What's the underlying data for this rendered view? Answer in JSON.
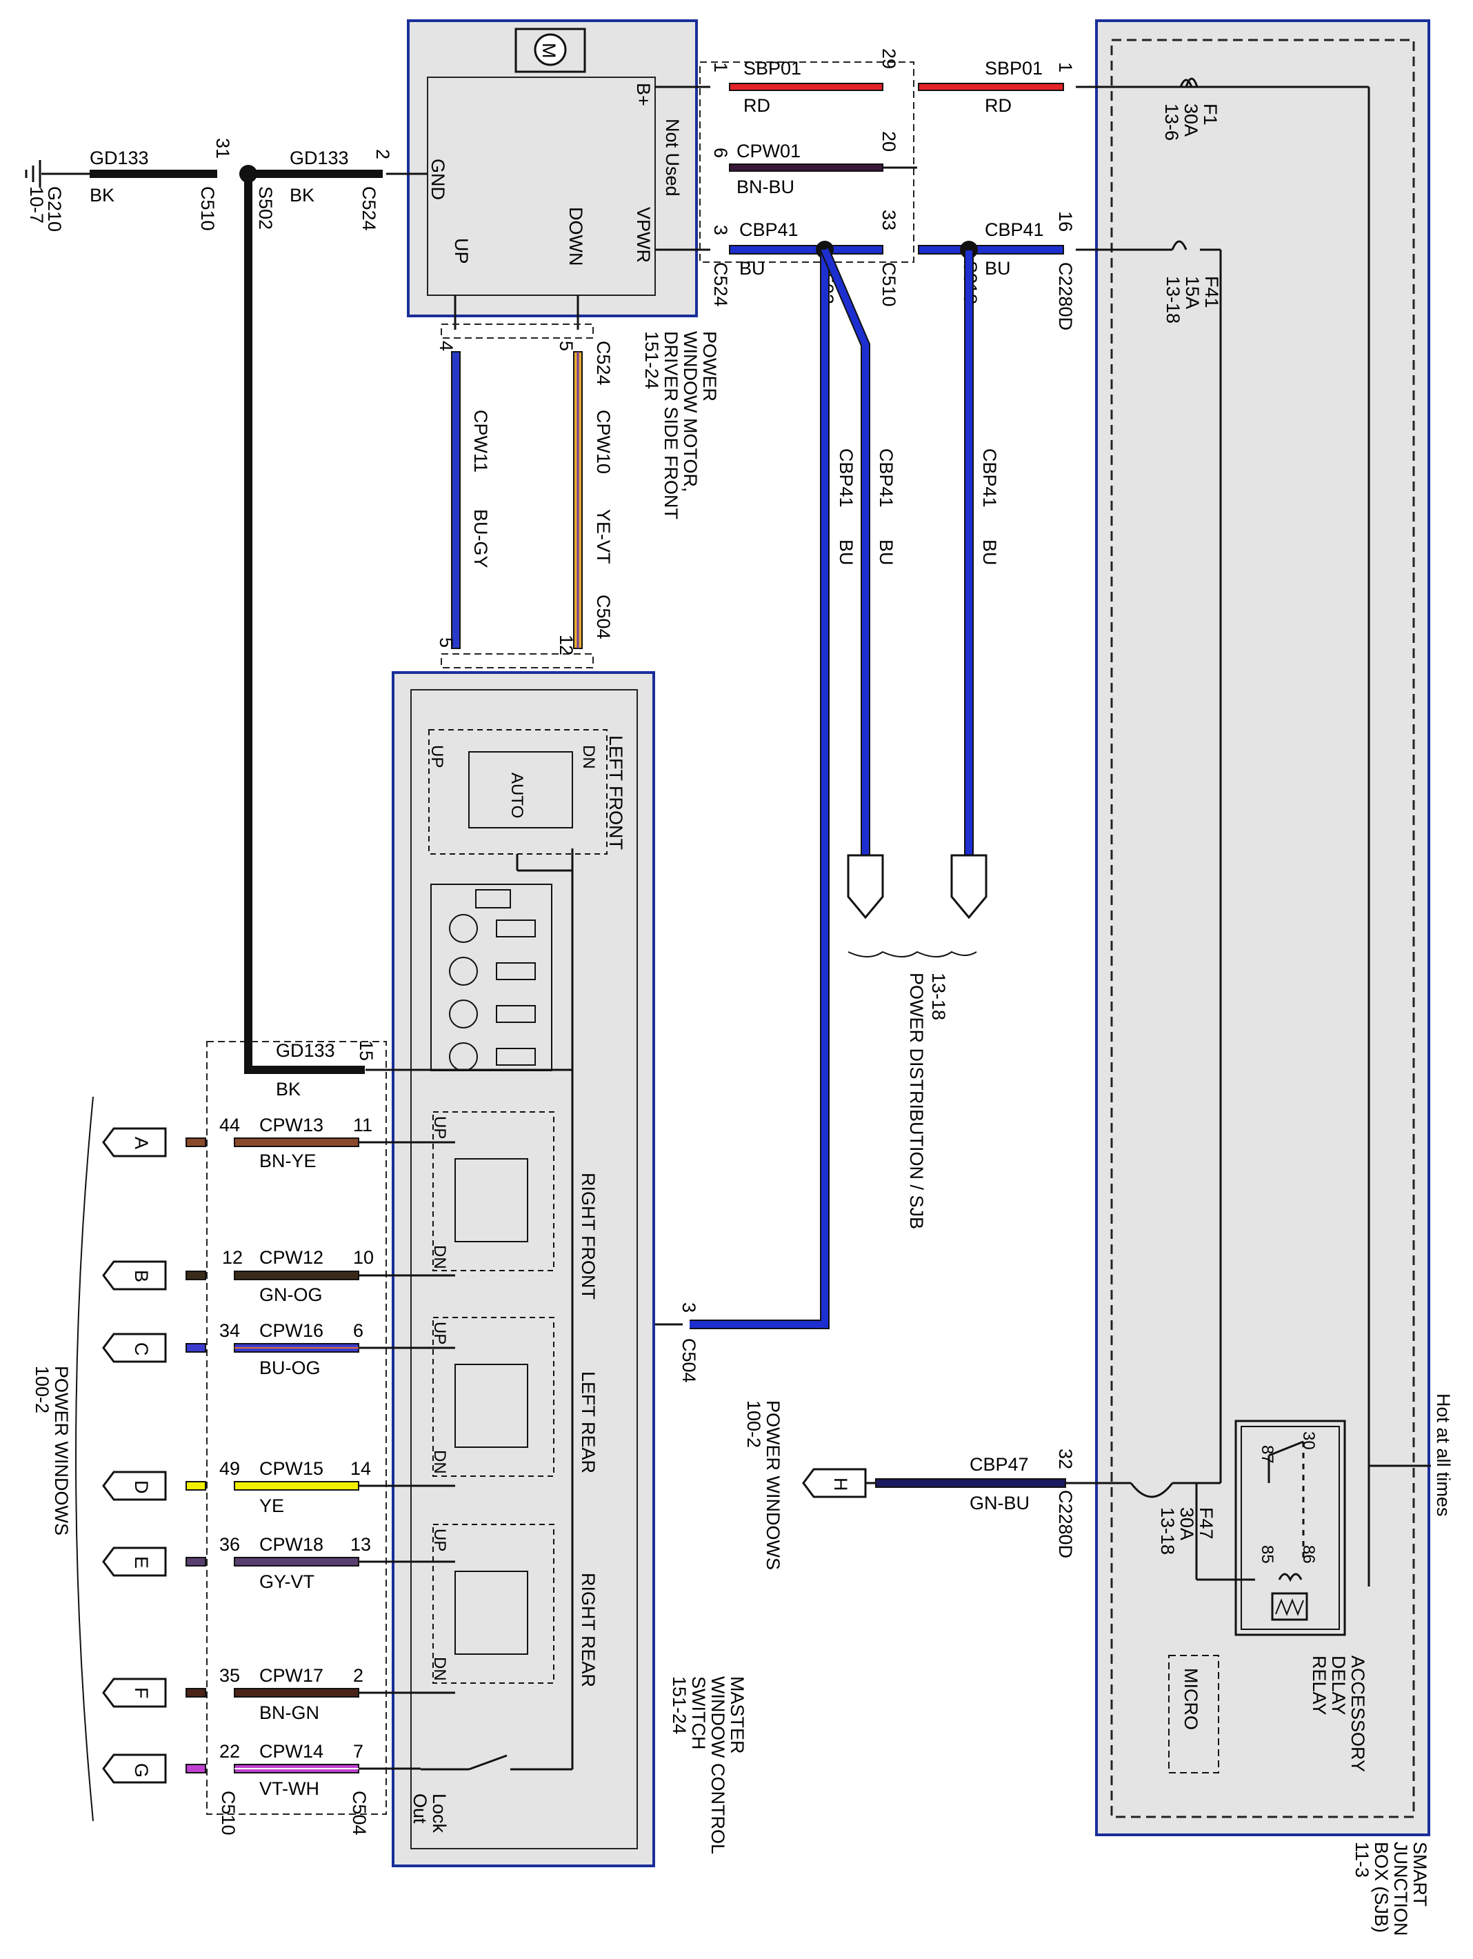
{
  "colors": {
    "RD": "#e32328",
    "BK": "#111111",
    "BU": "#1e2fd0",
    "BN-BU": "#3a1a3a",
    "BU-GY": "#2a3ac8",
    "YE-VT": "#e8b030",
    "BN-YE": "#8a4a2a",
    "GN-OG": "#3a2a1a",
    "BU-OG": "#3b3bd0",
    "YE": "#f0f000",
    "GY-VT": "#5a4070",
    "BN-GN": "#4a2418",
    "VT-WH": "#c040d0",
    "GN-BU": "#1a1a60",
    "box_fill": "#e4e4e4",
    "box_border": "#1a2e9a"
  },
  "components": {
    "motor": {
      "name": [
        "POWER",
        "WINDOW MOTOR,",
        "DRIVER SIDE FRONT",
        "151-24"
      ],
      "pins": [
        "B+",
        "Not Used",
        "VPWR",
        "GND",
        "UP",
        "DOWN"
      ],
      "symbol": "M"
    },
    "sjb": {
      "name": [
        "SMART",
        "JUNCTION",
        "BOX (SJB)",
        "11-3"
      ],
      "hot": "Hot at all times"
    },
    "switch": {
      "name": [
        "MASTER",
        "WINDOW CONTROL",
        "SWITCH",
        "151-24"
      ],
      "sections": [
        "LEFT FRONT",
        "RIGHT FRONT",
        "LEFT REAR",
        "RIGHT REAR"
      ],
      "up": "UP",
      "dn": "DN",
      "auto": "AUTO",
      "lock": [
        "Lock",
        "Out"
      ]
    },
    "relay": {
      "name": [
        "ACCESSORY",
        "DELAY",
        "RELAY"
      ],
      "pins": [
        "30",
        "87",
        "85",
        "86"
      ]
    },
    "micro": "MICRO",
    "ground": {
      "id": "G210",
      "ref": "10-7"
    }
  },
  "fuses": [
    {
      "id": "F1",
      "rating": "30A",
      "ref": "13-6"
    },
    {
      "id": "F41",
      "rating": "15A",
      "ref": "13-18"
    },
    {
      "id": "F47",
      "rating": "30A",
      "ref": "13-18"
    }
  ],
  "wires": [
    {
      "circuit": "SBP01",
      "color": "RD",
      "pins": [
        "1",
        "29"
      ]
    },
    {
      "circuit": "SBP01",
      "color": "RD",
      "pins": [
        "1"
      ]
    },
    {
      "circuit": "CPW01",
      "color": "BN-BU",
      "pins": [
        "6",
        "20"
      ]
    },
    {
      "circuit": "CBP41",
      "color": "BU",
      "pins": [
        "3",
        "33"
      ]
    },
    {
      "circuit": "CBP41",
      "color": "BU",
      "pins": [
        "16"
      ]
    },
    {
      "circuit": "GD133",
      "color": "BK",
      "pins": [
        "31"
      ]
    },
    {
      "circuit": "GD133",
      "color": "BK",
      "pins": [
        "2"
      ]
    },
    {
      "circuit": "CPW11",
      "color": "BU-GY",
      "pins": [
        "4",
        "5"
      ]
    },
    {
      "circuit": "CPW10",
      "color": "YE-VT",
      "pins": [
        "5",
        "12"
      ]
    },
    {
      "circuit": "CBP41",
      "color": "BU"
    },
    {
      "circuit": "CBP41",
      "color": "BU"
    },
    {
      "circuit": "CBP41",
      "color": "BU"
    },
    {
      "circuit": "GD133",
      "color": "BK",
      "pins": [
        "15"
      ]
    },
    {
      "circuit": "CPW13",
      "color": "BN-YE",
      "pins": [
        "44",
        "11"
      ]
    },
    {
      "circuit": "CPW12",
      "color": "GN-OG",
      "pins": [
        "12",
        "10"
      ]
    },
    {
      "circuit": "CPW16",
      "color": "BU-OG",
      "pins": [
        "34",
        "6"
      ]
    },
    {
      "circuit": "CPW15",
      "color": "YE",
      "pins": [
        "49",
        "14"
      ]
    },
    {
      "circuit": "CPW18",
      "color": "GY-VT",
      "pins": [
        "36",
        "13"
      ]
    },
    {
      "circuit": "CPW17",
      "color": "BN-GN",
      "pins": [
        "35",
        "2"
      ]
    },
    {
      "circuit": "CPW14",
      "color": "VT-WH",
      "pins": [
        "22",
        "7"
      ]
    },
    {
      "circuit": "CBP47",
      "color": "GN-BU",
      "pins": [
        "32"
      ]
    }
  ],
  "connectors": [
    "C510",
    "C524",
    "C2280D",
    "C504",
    "C504",
    "C524",
    "C510",
    "C504",
    "C2280D"
  ],
  "splices": [
    "S502",
    "S503",
    "S318"
  ],
  "conn_pin": "3",
  "refs": {
    "power_dist": [
      "13-18",
      "POWER DISTRIBUTION / SJB"
    ],
    "power_windows": [
      "POWER WINDOWS",
      "100-2"
    ],
    "power_windows_h": [
      "POWER WINDOWS",
      "100-2"
    ]
  },
  "offpage": [
    "A",
    "B",
    "C",
    "D",
    "E",
    "F",
    "G",
    "H"
  ]
}
